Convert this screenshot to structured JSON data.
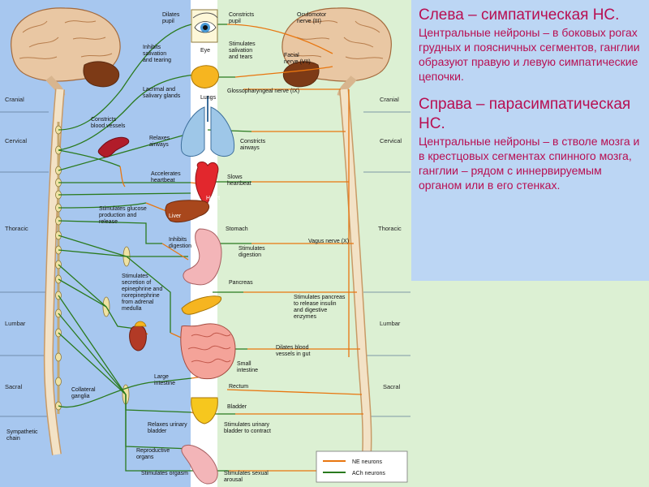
{
  "colors": {
    "left_bg": "#a7c7ef",
    "right_bg": "#dcf0d3",
    "ne_line": "#e8760f",
    "ach_line": "#2a7a1e",
    "note_bg": "#bcd6f4",
    "note_text": "#b80f52"
  },
  "note": {
    "heading_left": "Слева – симпатическая НС.",
    "text_left": "Центральные нейроны – в боковых рогах грудных и поясничных сегментов, ганглии образуют правую и левую симпатические цепочки.",
    "heading_right": "Справа – парасимпатическая НС.",
    "text_right": "Центральные нейроны – в стволе мозга и в крестцовых сегментах спинного мозга, ганглии – рядом с иннервируемым органом или в его стенках."
  },
  "regions": [
    "Cranial",
    "Cervical",
    "Thoracic",
    "Lumbar",
    "Sacral"
  ],
  "organs": {
    "eye": "Eye",
    "glands": "Lacrimal and salivary glands",
    "lungs": "Lungs",
    "heart": "Heart",
    "liver": "Liver",
    "stomach": "Stomach",
    "pancreas": "Pancreas",
    "large_intestine": "Large intestine",
    "small_intestine": "Small intestine",
    "rectum": "Rectum",
    "bladder": "Bladder",
    "reproductive": "Reproductive organs"
  },
  "sympathetic_effects": {
    "dilates_pupil": "Dilates pupil",
    "inhibits_salivation": "Inhibits salivation and tearing",
    "constricts_vessels": "Constricts blood vessels",
    "relaxes_airways": "Relaxes airways",
    "accelerates_heartbeat": "Accelerates heartbeat",
    "glucose": "Stimulates glucose production and release",
    "inhibits_digestion": "Inhibits digestion",
    "adrenal": "Stimulates secretion of epinephrine and norepinephrine from adrenal medulla",
    "collateral_ganglia": "Collateral ganglia",
    "sympathetic_chain": "Sympathetic chain",
    "relaxes_bladder": "Relaxes urinary bladder",
    "orgasm": "Stimulates orgasm"
  },
  "parasympathetic_effects": {
    "constricts_pupil": "Constricts pupil",
    "salivation": "Stimulates salivation and tears",
    "constricts_airways": "Constricts airways",
    "slows_heartbeat": "Slows heartbeat",
    "stimulates_digestion": "Stimulates digestion",
    "pancreas_insulin": "Stimulates pancreas to release insulin and digestive enzymes",
    "dilates_gut_vessels": "Dilates blood vessels in gut",
    "bladder_contract": "Stimulates urinary bladder to contract",
    "sexual_arousal": "Stimulates sexual arousal"
  },
  "nerves": {
    "oculomotor": "Oculomotor nerve (III)",
    "facial": "Facial nerve (VII)",
    "glossopharyngeal": "Glossopharyngeal nerve (IX)",
    "vagus": "Vagus nerve (X)"
  },
  "legend": {
    "ne": "NE neurons",
    "ach": "ACh neurons"
  }
}
